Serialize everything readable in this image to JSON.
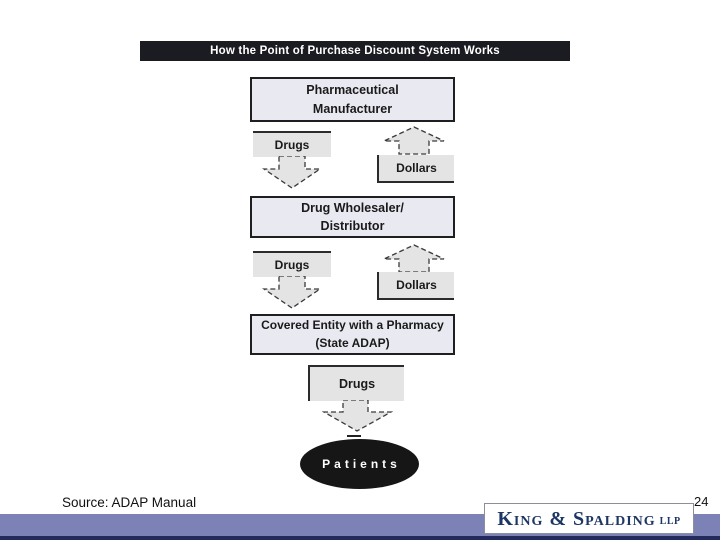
{
  "title_bar": {
    "text": "How the Point of Purchase Discount System Works"
  },
  "diagram": {
    "manufacturer": {
      "line1": "Pharmaceutical",
      "line2": "Manufacturer"
    },
    "wholesaler": {
      "line1": "Drug Wholesaler/",
      "line2": "Distributor"
    },
    "covered_entity": {
      "line1": "Covered Entity with a Pharmacy",
      "line2": "(State ADAP)"
    },
    "patients": {
      "label": "Patients"
    },
    "flow1_drugs": {
      "label": "Drugs",
      "direction": "down"
    },
    "flow1_dollars": {
      "label": "Dollars",
      "direction": "up"
    },
    "flow2_drugs": {
      "label": "Drugs",
      "direction": "down"
    },
    "flow2_dollars": {
      "label": "Dollars",
      "direction": "up"
    },
    "flow3_drugs": {
      "label": "Drugs",
      "direction": "down"
    }
  },
  "footer": {
    "source_note": "Source: ADAP Manual",
    "page_number": "24",
    "logo_name": "King & Spalding",
    "logo_suffix": "LLP"
  },
  "colors": {
    "title_bar_bg": "#1b1b22",
    "box_fill": "#e9e9f1",
    "label_fill": "#e4e4e4",
    "accent_bar": "#7c82b5",
    "accent_bar_edge": "#232b5e",
    "logo_text": "#1e3664",
    "patients_fill": "#161616"
  }
}
